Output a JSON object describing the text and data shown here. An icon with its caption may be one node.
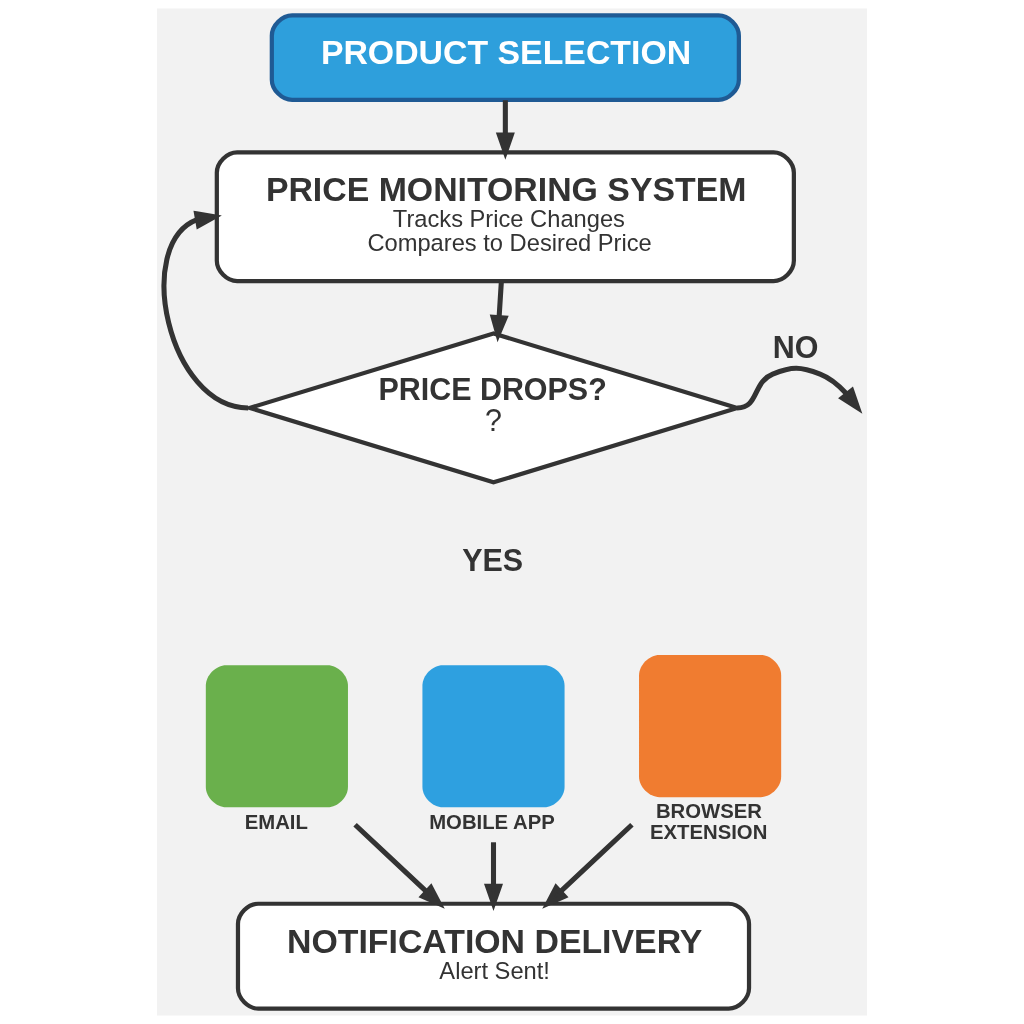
{
  "diagram": {
    "nodes": [
      {
        "text": [
          "PRODUCT SELECTION"
        ]
      },
      {
        "text": [
          "PRICE MONITORING SYSTEM",
          "Tracks Price Changes",
          "Compares to Desired Price"
        ]
      },
      {
        "text": [
          "PRICE DROPS?",
          "?"
        ]
      },
      {
        "text": [
          "EMAIL"
        ]
      },
      {
        "text": [
          "MOBILE APP"
        ]
      },
      {
        "text": [
          "BROWSER EXTENSION"
        ]
      },
      {
        "text": [
          "NOTIFICATION DELIVERY",
          "Alert Sent!"
        ]
      }
    ],
    "edges": [
      {
        "from": 0,
        "to": 1,
        "arrow": "to"
      },
      {
        "from": 1,
        "to": 2,
        "arrow": "to"
      },
      {
        "from": 2,
        "to": 1,
        "arrow": "to"
      },
      {
        "from": 2,
        "to": null,
        "arrow": "to",
        "label": "NO"
      },
      {
        "from": 3,
        "to": 6,
        "arrow": "to"
      },
      {
        "from": 4,
        "to": 6,
        "arrow": "to"
      },
      {
        "from": 5,
        "to": 6,
        "arrow": "to"
      }
    ],
    "labels": [
      "YES"
    ]
  }
}
